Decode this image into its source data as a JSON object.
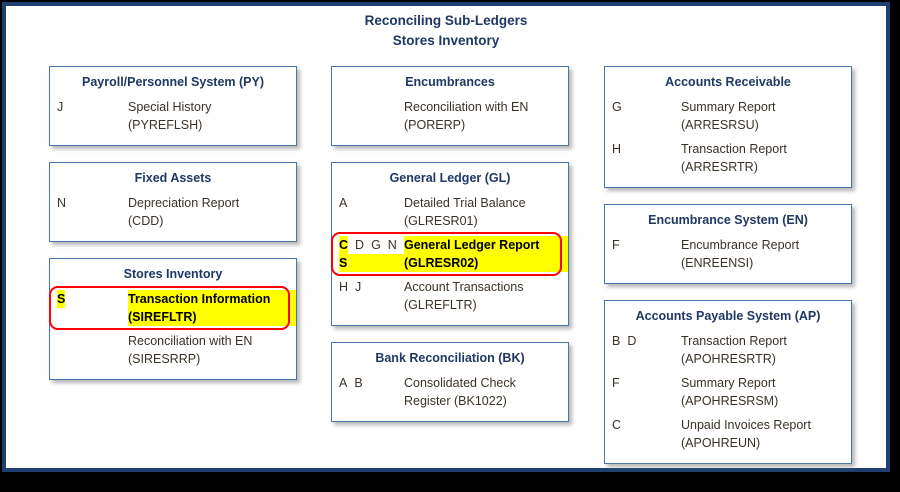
{
  "title": {
    "line1": "Reconciling Sub-Ledgers",
    "line2": "Stores Inventory"
  },
  "colors": {
    "frame_border": "#1f3f6e",
    "box_border": "#4a77ab",
    "header_text": "#1f3864",
    "body_text": "#3b3226",
    "highlight_fill": "#ffff00",
    "highlight_outline": "#ff0000",
    "page_background": "#000000"
  },
  "columns": [
    {
      "name": "column-left",
      "boxes": [
        {
          "title": "Payroll/Personnel System (PY)",
          "rows": [
            {
              "codes": [
                "J"
              ],
              "codes_line2": [],
              "highlighted_codes": [],
              "desc_line1": "Special History",
              "desc_line2": "(PYREFLSH)",
              "highlighted": false
            }
          ]
        },
        {
          "title": "Fixed Assets",
          "rows": [
            {
              "codes": [
                "N"
              ],
              "codes_line2": [],
              "highlighted_codes": [],
              "desc_line1": "Depreciation Report",
              "desc_line2": "(CDD)",
              "highlighted": false
            }
          ]
        },
        {
          "title": "Stores Inventory",
          "rows": [
            {
              "codes": [
                "S"
              ],
              "codes_line2": [],
              "highlighted_codes": [
                "S"
              ],
              "desc_line1": "Transaction Information",
              "desc_line2": "(SIREFLTR)",
              "highlighted": true
            },
            {
              "codes": [],
              "codes_line2": [],
              "highlighted_codes": [],
              "desc_line1": "Reconciliation with EN",
              "desc_line2": "(SIRESRRP)",
              "highlighted": false
            }
          ]
        }
      ]
    },
    {
      "name": "column-middle",
      "boxes": [
        {
          "title": "Encumbrances",
          "rows": [
            {
              "codes": [],
              "codes_line2": [],
              "highlighted_codes": [],
              "desc_line1": "Reconciliation with EN",
              "desc_line2": "(PORERP)",
              "highlighted": false
            }
          ]
        },
        {
          "title": "General Ledger (GL)",
          "rows": [
            {
              "codes": [
                "A"
              ],
              "codes_line2": [],
              "highlighted_codes": [],
              "desc_line1": "Detailed Trial Balance",
              "desc_line2": "(GLRESR01)",
              "highlighted": false
            },
            {
              "codes": [
                "C",
                "D",
                "G",
                "N"
              ],
              "codes_line2": [
                "S"
              ],
              "highlighted_codes": [
                "C",
                "S"
              ],
              "desc_line1": "General Ledger Report",
              "desc_line2": "(GLRESR02)",
              "highlighted": true
            },
            {
              "codes": [
                "H",
                "J"
              ],
              "codes_line2": [],
              "highlighted_codes": [],
              "desc_line1": "Account Transactions",
              "desc_line2": "(GLREFLTR)",
              "highlighted": false
            }
          ]
        },
        {
          "title": "Bank Reconciliation (BK)",
          "rows": [
            {
              "codes": [
                "A",
                "B"
              ],
              "codes_line2": [],
              "highlighted_codes": [],
              "desc_line1": "Consolidated Check",
              "desc_line2": "Register (BK1022)",
              "highlighted": false
            }
          ]
        }
      ]
    },
    {
      "name": "column-right",
      "boxes": [
        {
          "title": "Accounts Receivable",
          "rows": [
            {
              "codes": [
                "G"
              ],
              "codes_line2": [],
              "highlighted_codes": [],
              "desc_line1": "Summary Report",
              "desc_line2": "(ARRESRSU)",
              "highlighted": false
            },
            {
              "codes": [
                "H"
              ],
              "codes_line2": [],
              "highlighted_codes": [],
              "desc_line1": "Transaction Report",
              "desc_line2": "(ARRESRTR)",
              "highlighted": false
            }
          ]
        },
        {
          "title": "Encumbrance System (EN)",
          "rows": [
            {
              "codes": [
                "F"
              ],
              "codes_line2": [],
              "highlighted_codes": [],
              "desc_line1": "Encumbrance Report",
              "desc_line2": "(ENREENSI)",
              "highlighted": false
            }
          ]
        },
        {
          "title": "Accounts Payable System (AP)",
          "rows": [
            {
              "codes": [
                "B",
                "D"
              ],
              "codes_line2": [],
              "highlighted_codes": [],
              "desc_line1": "Transaction Report",
              "desc_line2": "(APOHRESRTR)",
              "highlighted": false
            },
            {
              "codes": [
                "F"
              ],
              "codes_line2": [],
              "highlighted_codes": [],
              "desc_line1": "Summary Report",
              "desc_line2": "(APOHRESRSM)",
              "highlighted": false
            },
            {
              "codes": [
                "C"
              ],
              "codes_line2": [],
              "highlighted_codes": [],
              "desc_line1": "Unpaid Invoices Report",
              "desc_line2": "(APOHREUN)",
              "highlighted": false
            }
          ]
        }
      ]
    }
  ]
}
